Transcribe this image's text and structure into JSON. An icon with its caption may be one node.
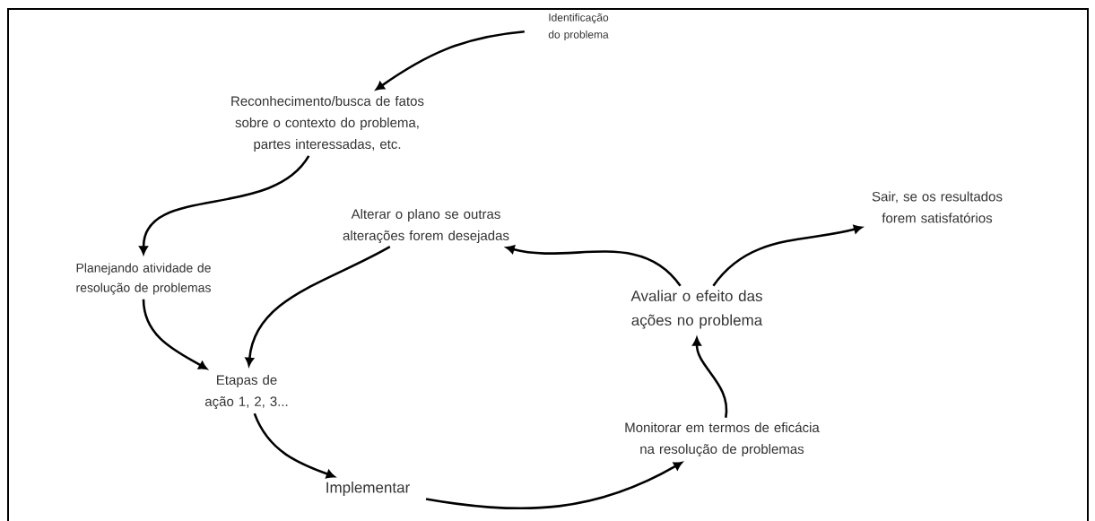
{
  "diagram": {
    "nodes": [
      {
        "text": [
          "Identificação do problema"
        ]
      },
      {
        "text": [
          "Reconhecimento/busca de fatos sobre o contexto do problema, partes interessadas, etc."
        ]
      },
      {
        "text": [
          "Planejando atividade de resolução de problemas"
        ]
      },
      {
        "text": [
          "Alterar o plano se outras alterações forem desejadas"
        ]
      },
      {
        "text": [
          "Sair, se os resultados forem satisfatórios"
        ]
      },
      {
        "text": [
          "Avaliar o efeito das ações no problema"
        ]
      },
      {
        "text": [
          "Etapas de ação 1, 2, 3..."
        ]
      },
      {
        "text": [
          "Implementar"
        ]
      },
      {
        "text": [
          "Monitorar em termos de eficácia na resolução de problemas"
        ]
      }
    ],
    "edges": [
      {
        "from": 0,
        "to": 1,
        "arrow": "to"
      },
      {
        "from": 1,
        "to": 2,
        "arrow": "to"
      },
      {
        "from": 2,
        "to": 6,
        "arrow": "to"
      },
      {
        "from": 3,
        "to": 6,
        "arrow": "to"
      },
      {
        "from": 6,
        "to": 7,
        "arrow": "to"
      },
      {
        "from": 7,
        "to": 8,
        "arrow": "to"
      },
      {
        "from": 8,
        "to": 5,
        "arrow": "to"
      },
      {
        "from": 5,
        "to": 3,
        "arrow": "to"
      },
      {
        "from": 5,
        "to": 4,
        "arrow": "to"
      }
    ]
  }
}
